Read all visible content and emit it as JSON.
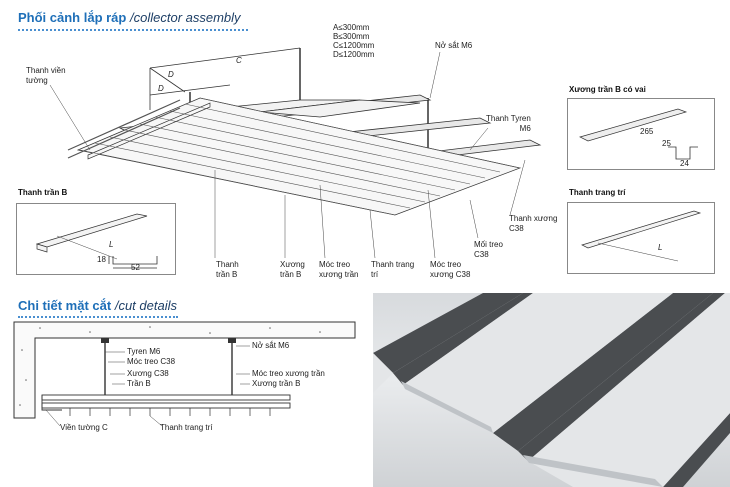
{
  "assembly": {
    "title_vi": "Phối cảnh lắp ráp",
    "title_en": "collector assembly",
    "specs": [
      "A≤300mm",
      "B≤300mm",
      "C≤1200mm",
      "D≤1200mm"
    ],
    "dims": {
      "D1": "D",
      "D2": "D",
      "C": "C"
    },
    "labels": {
      "thanh_vien_tuong": [
        "Thanh viền",
        "tường"
      ],
      "no_sat_m6": "Nở sắt M6",
      "thanh_tyren_m6": [
        "Thanh Tyren",
        "M6"
      ],
      "thanh_xuong_c38": [
        "Thanh xương",
        "C38"
      ],
      "moi_treo_c38": [
        "Mối treo",
        "C38"
      ],
      "moc_treo_xuong_c38": [
        "Móc treo",
        "xương C38"
      ],
      "thanh_trang_tri": [
        "Thanh trang",
        "trí"
      ],
      "moc_treo_xuong_tran": [
        "Móc treo",
        "xương trần"
      ],
      "xuong_tran_b": [
        "Xương",
        "trần B"
      ],
      "thanh_tran_b": [
        "Thanh",
        "trần B"
      ]
    }
  },
  "panels": {
    "thanh_tran_b": {
      "title": "Thanh trần B",
      "dim_l": "L",
      "dim_h": "18",
      "dim_w": "52"
    },
    "xuong_tran_b_co_vai": {
      "title": "Xương trần B có vai",
      "dim_a": "265",
      "dim_h": "25",
      "dim_w": "24"
    },
    "thanh_trang_tri": {
      "title": "Thanh trang trí",
      "dim_l": "L"
    }
  },
  "cut": {
    "title_vi": "Chi tiết mặt cắt",
    "title_en": "cut details",
    "labels": {
      "tyren_m6": "Tyren M6",
      "moc_treo_c38": "Móc treo C38",
      "xuong_c38": "Xương C38",
      "tran_b": "Trần B",
      "no_sat_m6": "Nở sắt M6",
      "moc_treo_xuong_tran": "Móc treo xương trần",
      "xuong_tran_b": "Xương trần B",
      "vien_tuong_c": "Viền tường C",
      "thanh_trang_tri": "Thanh trang trí"
    }
  },
  "colors": {
    "accent": "#1e6fb8",
    "line": "#333333",
    "photo_metal": "#4a4d50"
  }
}
